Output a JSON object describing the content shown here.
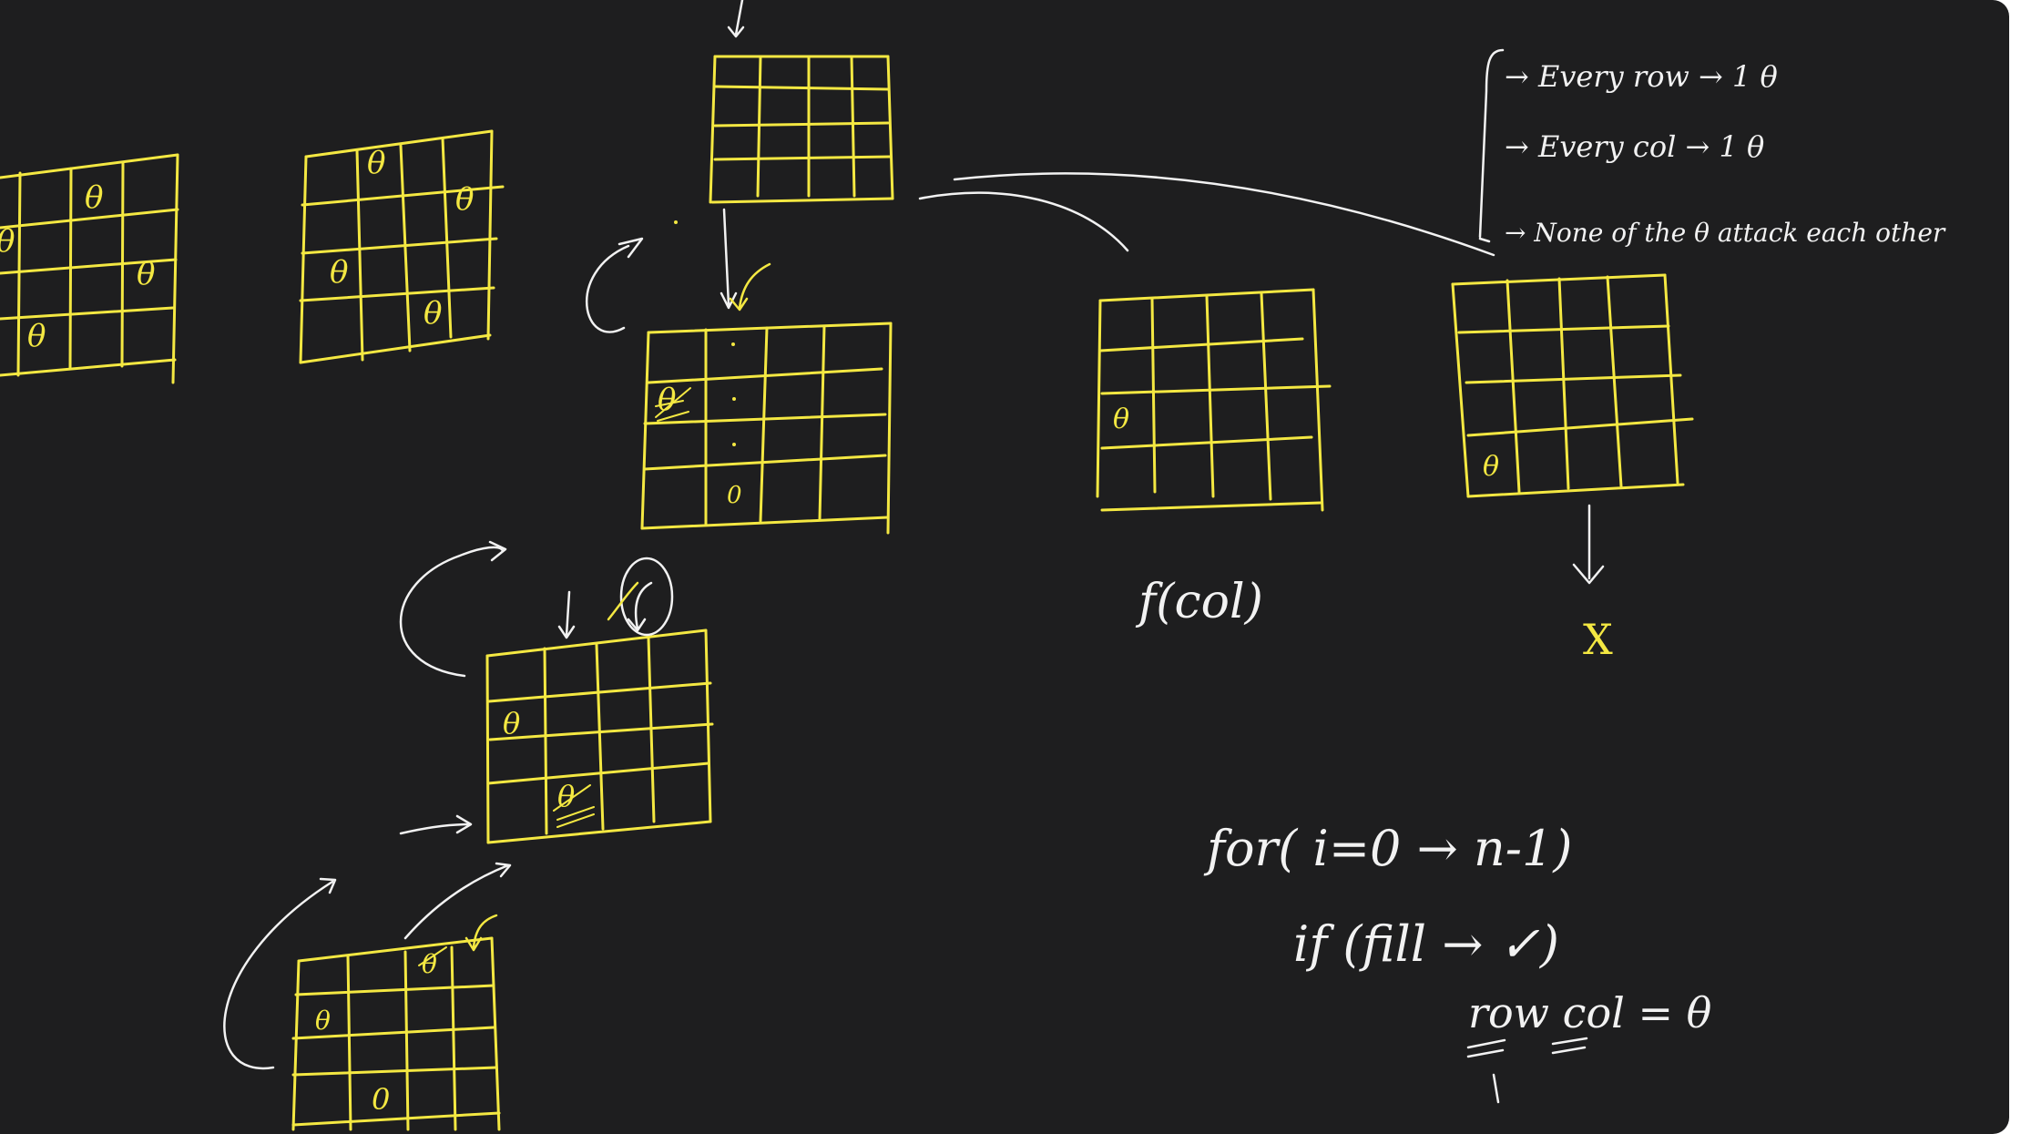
{
  "colors": {
    "background": "#1e1e1f",
    "grid_ink": "#f4e842",
    "white_ink": "#f2f2f2"
  },
  "grids": [
    {
      "id": "grid-a",
      "queens": [
        "θ",
        "θ",
        "θ",
        "θ"
      ]
    },
    {
      "id": "grid-b",
      "queens": [
        "θ",
        "θ",
        "θ",
        "θ"
      ]
    },
    {
      "id": "grid-c",
      "queens": []
    },
    {
      "id": "grid-d",
      "queens": [
        "θ",
        "0"
      ]
    },
    {
      "id": "grid-e",
      "queens": [
        "θ"
      ]
    },
    {
      "id": "grid-f",
      "queens": [
        "θ"
      ]
    },
    {
      "id": "grid-g",
      "queens": [
        "θ",
        "θ"
      ]
    },
    {
      "id": "grid-h",
      "queens": [
        "θ",
        "θ",
        "0"
      ]
    }
  ],
  "rules": [
    "→ Every row → 1 θ",
    "→ Every col → 1 θ",
    "→ None of the θ attack each other"
  ],
  "notes": {
    "function_sig": "f(col)",
    "reject_mark": "X",
    "loop_line": "for( i=0 → n-1)",
    "if_line": "if (fill → ✓)",
    "assign_line": "row col = θ"
  }
}
